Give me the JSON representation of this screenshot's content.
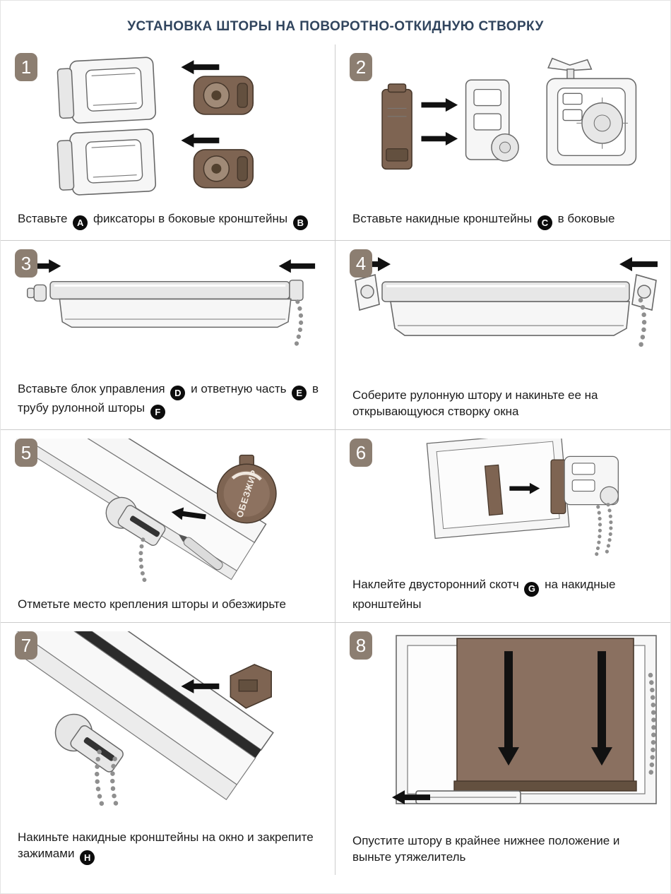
{
  "title": "УСТАНОВКА ШТОРЫ НА ПОВОРОТНО-ОТКИДНУЮ СТВОРКУ",
  "colors": {
    "title_text": "#31455e",
    "step_badge_bg": "#8c7e71",
    "letter_badge_bg": "#0c0c0c",
    "accent_brown": "#7e6452",
    "shade_brown": "#8a7060",
    "divider_line": "#cccccc"
  },
  "steps": [
    {
      "number": "1",
      "caption": [
        {
          "t": "Вставьте "
        },
        {
          "b": "A"
        },
        {
          "t": " фиксаторы в боковые кронштейны "
        },
        {
          "b": "B"
        }
      ]
    },
    {
      "number": "2",
      "caption": [
        {
          "t": "Вставьте накидные кронштейны "
        },
        {
          "b": "C"
        },
        {
          "t": " в боковые"
        }
      ]
    },
    {
      "number": "3",
      "caption": [
        {
          "t": "Вставьте блок управления "
        },
        {
          "b": "D"
        },
        {
          "t": " и ответную часть "
        },
        {
          "b": "E"
        },
        {
          "t": " в трубу рулонной шторы "
        },
        {
          "b": "F"
        }
      ]
    },
    {
      "number": "4",
      "caption": [
        {
          "t": "Соберите рулонную штору и накиньте ее на открывающуюся створку окна"
        }
      ]
    },
    {
      "number": "5",
      "caption": [
        {
          "t": "Отметьте место крепления шторы и обезжирьте"
        }
      ],
      "bottle_label": "ОБЕЗЖИР"
    },
    {
      "number": "6",
      "caption": [
        {
          "t": "Наклейте двусторонний скотч "
        },
        {
          "b": "G"
        },
        {
          "t": " на накидные кронштейны"
        }
      ]
    },
    {
      "number": "7",
      "caption": [
        {
          "t": "Накиньте накидные кронштейны на окно и закрепите зажимами "
        },
        {
          "b": "H"
        }
      ]
    },
    {
      "number": "8",
      "caption": [
        {
          "t": "Опустите штору в крайнее нижнее положение и выньте утяжелитель"
        }
      ]
    }
  ]
}
